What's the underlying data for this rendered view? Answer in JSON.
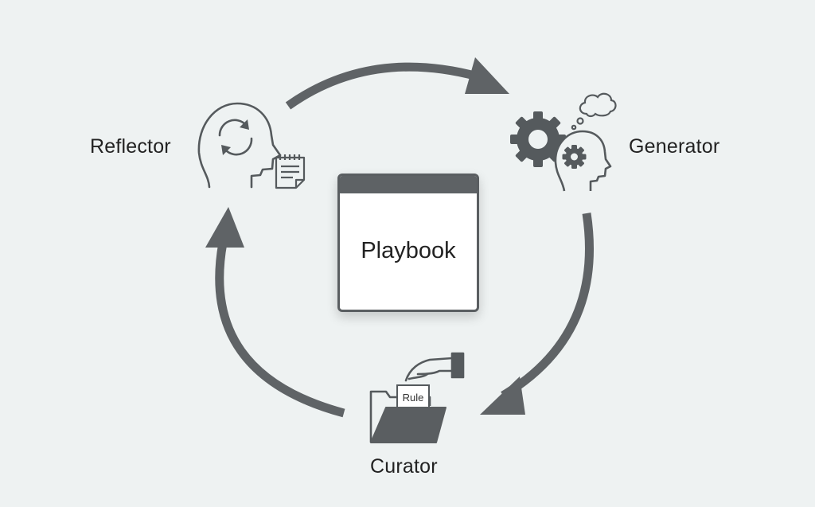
{
  "nodes": {
    "reflector": "Reflector",
    "generator": "Generator",
    "curator": "Curator"
  },
  "center": {
    "title": "Playbook"
  },
  "curator_icon": {
    "tag": "Rule"
  },
  "icons": {
    "reflector": [
      "head-refresh-icon",
      "notepad-icon"
    ],
    "generator": [
      "gear-icon",
      "head-gear-icon",
      "thought-cloud-icon"
    ],
    "curator": [
      "folder-icon",
      "hand-icon"
    ]
  },
  "colors": {
    "background": "#eef2f2",
    "arrow": "#5f6366",
    "ink": "#555a5d"
  }
}
